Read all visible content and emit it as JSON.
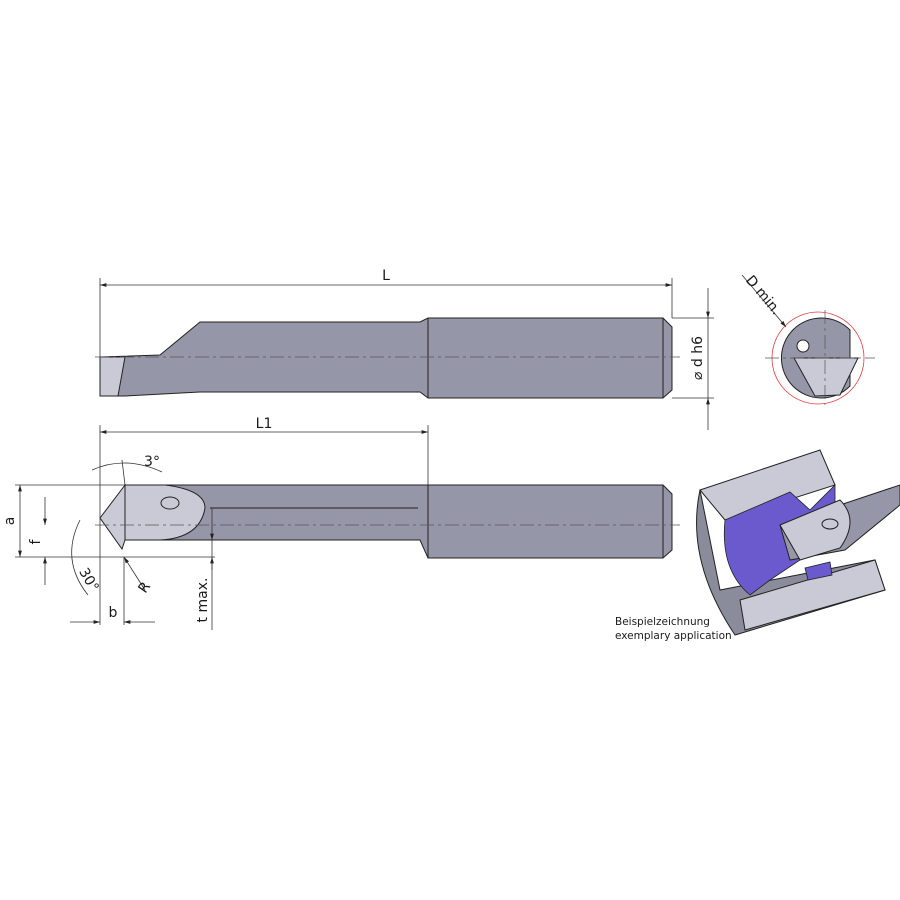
{
  "labels": {
    "L": "L",
    "L1": "L1",
    "d_h6": "⌀ d h6",
    "D_min": "D min.",
    "angle_3": "3°",
    "angle_30": "30°",
    "a": "a",
    "f": "f",
    "R": "R",
    "b": "b",
    "t_max": "t max."
  },
  "caption": {
    "line1": "Beispielzeichnung",
    "line2": "exemplary application"
  },
  "colors": {
    "tool": "#9597a8",
    "workpiece_cut": "#6a5acd",
    "dmin_circle": "#e04040"
  }
}
